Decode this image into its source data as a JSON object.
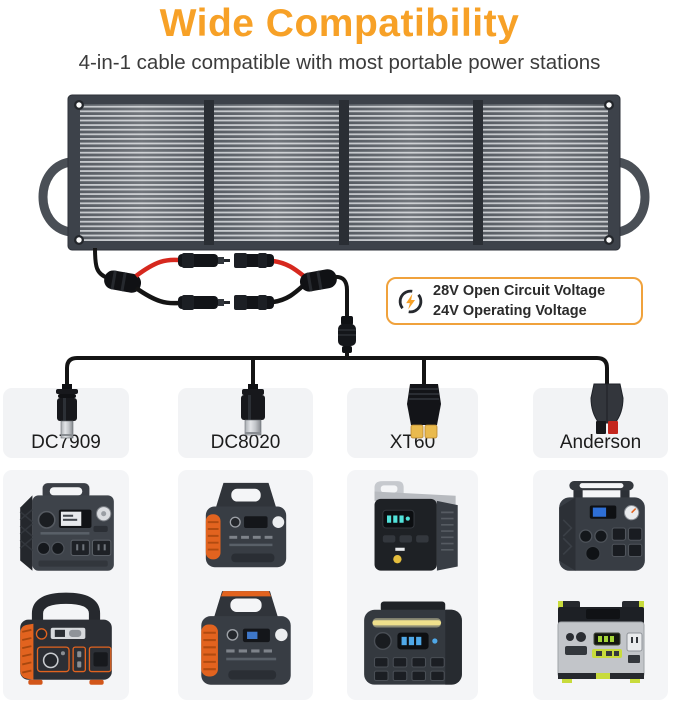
{
  "header": {
    "title": "Wide Compatibility",
    "subtitle": "4-in-1 cable compatible with most portable power stations"
  },
  "voltage_badge": {
    "icon": "lightning-icon",
    "line1": "28V Open Circuit Voltage",
    "line2": "24V Operating Voltage"
  },
  "connectors": [
    {
      "label": "DC7909",
      "type": "dc-barrel-plug"
    },
    {
      "label": "DC8020",
      "type": "dc-barrel-plug"
    },
    {
      "label": "XT60",
      "type": "xt60-plug"
    },
    {
      "label": "Anderson",
      "type": "anderson-plug"
    }
  ],
  "solar_panel": {
    "folds": 4
  },
  "power_stations": {
    "rows": 2,
    "columns": 4,
    "count": 8
  },
  "colors": {
    "accent_orange": "#F7A127",
    "badge_border": "#F0A23C",
    "cable_red": "#D6281E",
    "cable_black": "#141414",
    "panel_frame": "#3D424A",
    "tile_background": "#F2F3F5",
    "xt60_yellow": "#E9BA4E",
    "anderson_red": "#C4261D"
  }
}
